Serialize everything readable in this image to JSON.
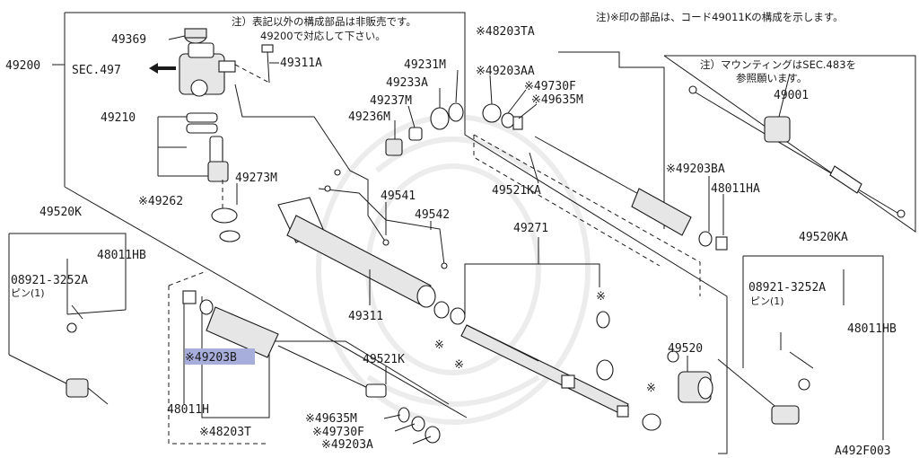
{
  "notes": {
    "top_right": "注)※印の部品は、コード49011Kの構成を示します。",
    "top_left_line1": "注）表記以外の構成部品は非販売です。",
    "top_left_line2": "49200で対応して下さい。",
    "mount_line1": "注）マウンティングはSEC.483を",
    "mount_line2": "参照願います。"
  },
  "labels": {
    "p49200": "49200",
    "sec497": "SEC.497",
    "p49369": "49369",
    "p49311A": "49311A",
    "p49210": "49210",
    "p49262": "※49262",
    "p49273M": "49273M",
    "p49231M": "49231M",
    "p49233A": "49233A",
    "p49237M": "49237M",
    "p49236M": "49236M",
    "p49541": "49541",
    "p49542": "49542",
    "p49311": "49311",
    "p48203TA": "※48203TA",
    "p49203AA": "※49203AA",
    "p49730F_top": "※49730F",
    "p49635M_top": "※49635M",
    "p49521KA": "49521KA",
    "p49203BA": "※49203BA",
    "p48011HA": "48011HA",
    "p49001": "49001",
    "p49271": "49271",
    "p49520KA": "49520KA",
    "p08921_right": "08921-3252A",
    "pin_right": "ピン(1)",
    "p48011HB_right": "48011HB",
    "p49520": "49520",
    "p49520K": "49520K",
    "p48011HB_left": "48011HB",
    "p08921_left": "08921-3252A",
    "pin_left": "ピン(1)",
    "p49203B": "※49203B",
    "p48011H": "48011H",
    "p49521K": "49521K",
    "p49635M_bot": "※49635M",
    "p49730F_bot": "※49730F",
    "p48203T": "※48203T",
    "p49203A": "※49203A",
    "star": "※",
    "figure_code": "A492F003"
  }
}
